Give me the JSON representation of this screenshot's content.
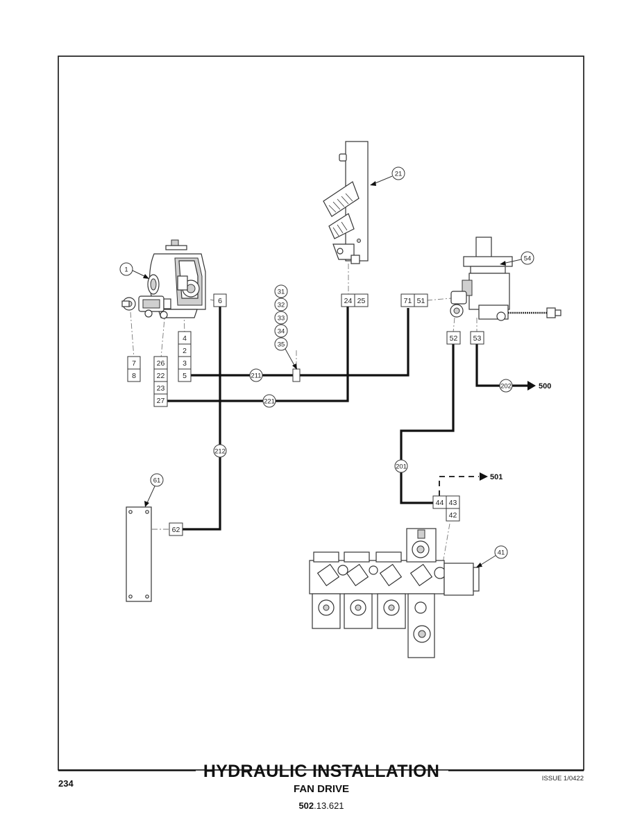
{
  "page": {
    "title": "HYDRAULIC INSTALLATION",
    "subtitle": "FAN DRIVE",
    "code_bold": "502",
    "code_rest": ".13.621",
    "page_number": "234",
    "issue": "ISSUE 1/0422"
  },
  "callouts": {
    "c1": "1",
    "c21": "21",
    "c54": "54",
    "c61": "61",
    "c41": "41",
    "c31": "31",
    "c32": "32",
    "c33": "33",
    "c34": "34",
    "c35": "35",
    "c211": "211",
    "c221": "221",
    "c212": "212",
    "c201": "201",
    "c202": "202"
  },
  "labels": {
    "b6": "6",
    "b4": "4",
    "b2": "2",
    "b3": "3",
    "b5": "5",
    "b7": "7",
    "b8": "8",
    "b26": "26",
    "b22": "22",
    "b23": "23",
    "b27": "27",
    "b24": "24",
    "b25": "25",
    "b71": "71",
    "b51": "51",
    "b52": "52",
    "b53": "53",
    "b62": "62",
    "b44": "44",
    "b43": "43",
    "b42": "42"
  },
  "references": {
    "r500": "500",
    "r501": "501"
  }
}
